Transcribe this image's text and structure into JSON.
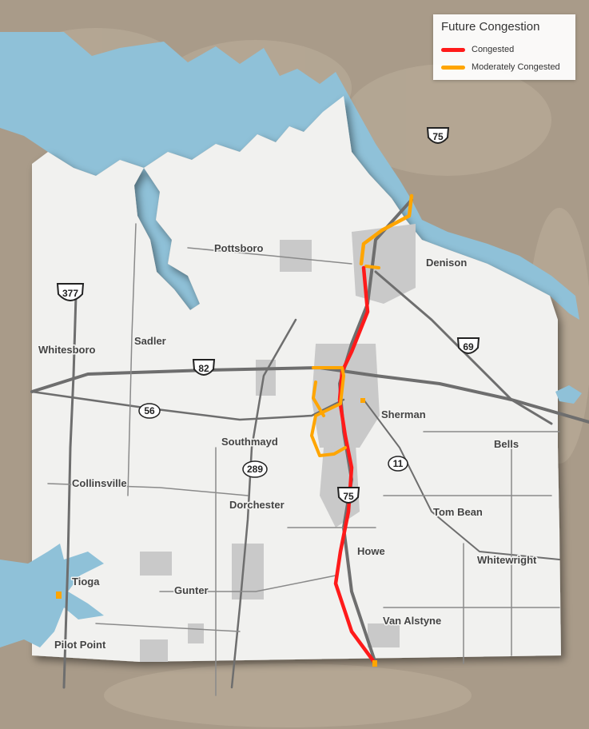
{
  "legend": {
    "title": "Future Congestion",
    "items": [
      {
        "label": "Congested",
        "color": "#ff1a1a"
      },
      {
        "label": "Moderately Congested",
        "color": "#ffa500"
      }
    ]
  },
  "towns": {
    "pottsboro": "Pottsboro",
    "denison": "Denison",
    "sadler": "Sadler",
    "whitesboro": "Whitesboro",
    "sherman": "Sherman",
    "southmayd": "Southmayd",
    "bells": "Bells",
    "collinsville": "Collinsville",
    "dorchester": "Dorchester",
    "tom_bean": "Tom Bean",
    "howe": "Howe",
    "whitewright": "Whitewright",
    "tioga": "Tioga",
    "gunter": "Gunter",
    "van_alstyne": "Van Alstyne",
    "pilot_point": "Pilot Point"
  },
  "highways": {
    "us75_north": "75",
    "us75_south": "75",
    "us377": "377",
    "us82": "82",
    "us69": "69",
    "sh56": "56",
    "sh289": "289",
    "sh11": "11"
  },
  "colors": {
    "water": "#8fc1d8",
    "county": "#f1f1ef",
    "urban": "#c9c9c9",
    "road": "#6e6e6e",
    "congested": "#ff1a1a",
    "moderate": "#ffa500"
  }
}
